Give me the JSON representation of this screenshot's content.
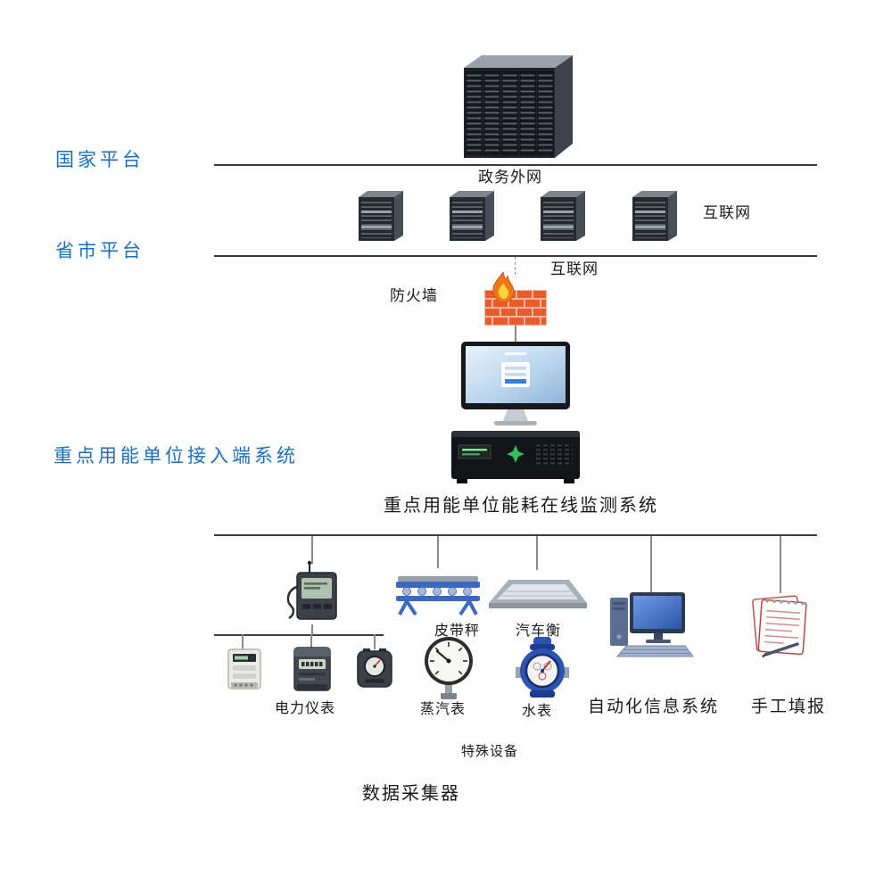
{
  "labels": {
    "national_platform": "国家平台",
    "provincial_platform": "省市平台",
    "enterprise_access": "重点用能单位接入端系统",
    "gov_extranet": "政务外网",
    "internet_top": "互联网",
    "internet_mid": "互联网",
    "firewall": "防火墙",
    "monitoring_system": "重点用能单位能耗在线监测系统",
    "belt_scale": "皮带秤",
    "truck_scale": "汽车衡",
    "power_meters": "电力仪表",
    "steam_meter": "蒸汽表",
    "water_meter": "水表",
    "automation_system": "自动化信息系统",
    "manual_entry": "手工填报",
    "special_equipment": "特殊设备",
    "data_collector": "数据采集器"
  },
  "colors": {
    "label_blue": "#1b6ec2",
    "text_black": "#1a1a1a",
    "line": "#3c3c3c",
    "line_soft": "#8a8a8a",
    "firewall_brick": "#e65c2e",
    "flame_orange": "#f07818",
    "flame_yellow": "#ffd23e",
    "device_blue": "#2a53b4",
    "belt_frame_blue": "#3a68c4"
  }
}
